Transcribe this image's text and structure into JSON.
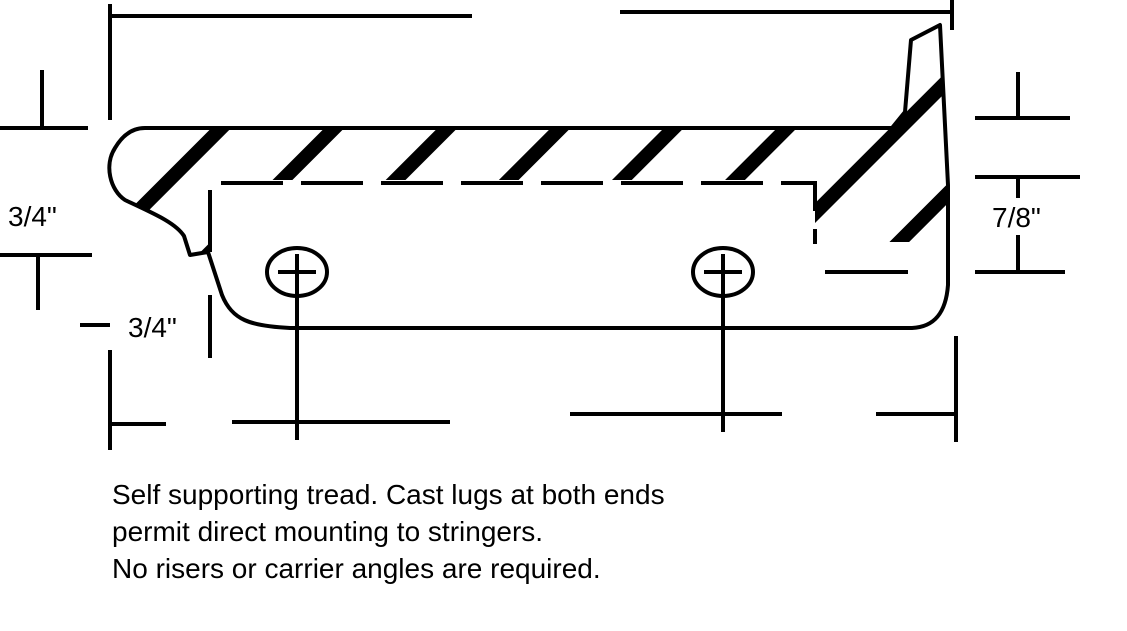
{
  "dimensions": {
    "left_upper": "3/4\"",
    "left_lower": "3/4\"",
    "right": "7/8\""
  },
  "caption": {
    "line1": "Self supporting tread. Cast lugs at both ends",
    "line2": "permit direct mounting to stringers.",
    "line3": "No risers or carrier angles are required."
  },
  "colors": {
    "ink": "#000000",
    "paper": "#ffffff"
  }
}
